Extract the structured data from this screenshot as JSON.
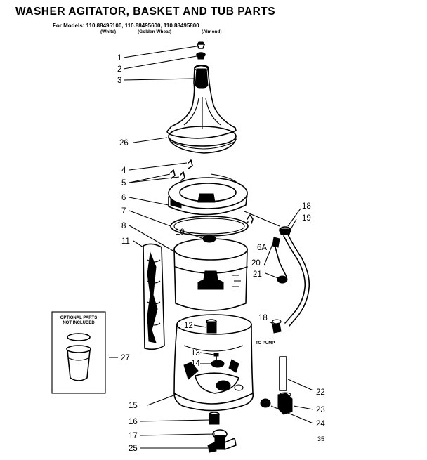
{
  "header": {
    "title": "WASHER AGITATOR, BASKET AND TUB PARTS",
    "models_line": "For Models: 110.88495100, 110.88495600, 110.88495800",
    "variants": [
      "(White)",
      "(Golden Wheat)",
      "(Almond)"
    ]
  },
  "callouts": [
    {
      "id": "1",
      "label": "1"
    },
    {
      "id": "2",
      "label": "2"
    },
    {
      "id": "3",
      "label": "3"
    },
    {
      "id": "26",
      "label": "26"
    },
    {
      "id": "4",
      "label": "4"
    },
    {
      "id": "5",
      "label": "5"
    },
    {
      "id": "6",
      "label": "6"
    },
    {
      "id": "7",
      "label": "7"
    },
    {
      "id": "8",
      "label": "8"
    },
    {
      "id": "10",
      "label": "10"
    },
    {
      "id": "11",
      "label": "11"
    },
    {
      "id": "6a",
      "label": "6A"
    },
    {
      "id": "18a",
      "label": "18"
    },
    {
      "id": "19",
      "label": "19"
    },
    {
      "id": "20",
      "label": "20"
    },
    {
      "id": "21",
      "label": "21"
    },
    {
      "id": "12",
      "label": "12"
    },
    {
      "id": "18b",
      "label": "18"
    },
    {
      "id": "13",
      "label": "13"
    },
    {
      "id": "14",
      "label": "14"
    },
    {
      "id": "27",
      "label": "27"
    },
    {
      "id": "22",
      "label": "22"
    },
    {
      "id": "15",
      "label": "15"
    },
    {
      "id": "23",
      "label": "23"
    },
    {
      "id": "16",
      "label": "16"
    },
    {
      "id": "24",
      "label": "24"
    },
    {
      "id": "17",
      "label": "17"
    },
    {
      "id": "25",
      "label": "25"
    }
  ],
  "optional_box": {
    "line1": "OPTIONAL PARTS",
    "line2": "NOT INCLUDED"
  },
  "to_pump": "TO PUMP",
  "page_number": "35"
}
